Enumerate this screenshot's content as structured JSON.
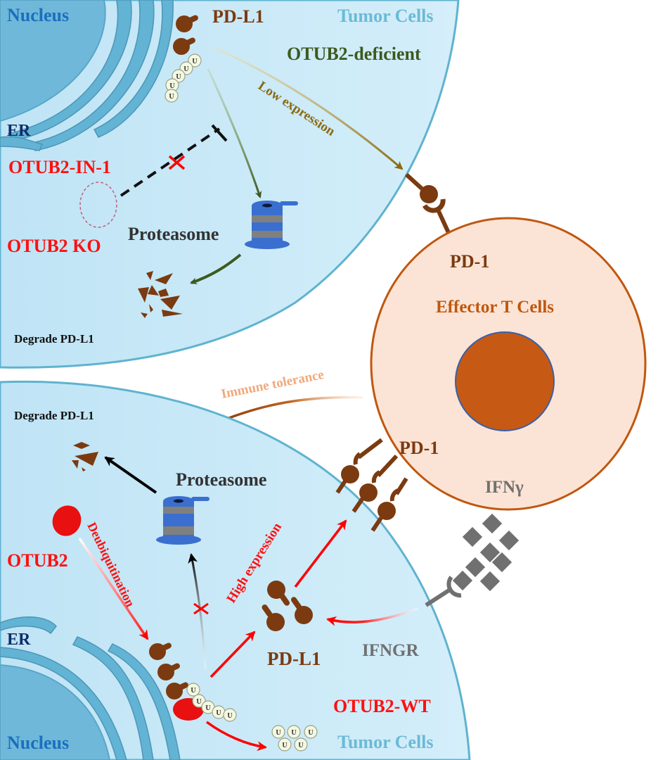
{
  "colors": {
    "tumor_fill": "#c9e9f7",
    "tumor_stroke": "#5fb3cf",
    "nucleus_fill": "#6fb8d9",
    "er_fill": "#62b3d4",
    "tcell_fill": "#fbe4d6",
    "tcell_stroke": "#c0570f",
    "tcell_nucleus": "#c65a14",
    "pdl1_brown": "#7b3a10",
    "red": "#ff0000",
    "dark_green": "#3d5a1e",
    "olive": "#8a6a10",
    "grey": "#707070",
    "dark_blue": "#0d2d6b",
    "nucleus_label": "#1a6fbf",
    "tumor_label": "#6bbad6",
    "tolerance_text": "#f0a97c"
  },
  "top_cell": {
    "nucleus_label": "Nucleus",
    "er_label": "ER",
    "pdl1_label": "PD-L1",
    "cell_type_label": "Tumor Cells",
    "condition_label": "OTUB2-deficient",
    "low_expression_label": "Low expression",
    "inhibitor_label": "OTUB2-IN-1",
    "knockout_label": "OTUB2 KO",
    "proteasome_label": "Proteasome",
    "degrade_label": "Degrade PD-L1"
  },
  "t_cell": {
    "pd1_top_label": "PD-1",
    "title": "Effector T Cells",
    "pd1_bottom_label": "PD-1",
    "ifng_label": "IFNγ"
  },
  "middle": {
    "immune_tolerance_label": "Immune  tolerance"
  },
  "bottom_cell": {
    "degrade_label": "Degrade PD-L1",
    "proteasome_label": "Proteasome",
    "otub2_label": "OTUB2",
    "deubiquitination_label": "Deubiquitination",
    "high_expression_label": "High expression",
    "er_label": "ER",
    "pdl1_label": "PD-L1",
    "ifngr_label": "IFNGR",
    "condition_label": "OTUB2-WT",
    "nucleus_label": "Nucleus",
    "cell_type_label": "Tumor Cells",
    "ubiquitin_glyph": "U"
  }
}
